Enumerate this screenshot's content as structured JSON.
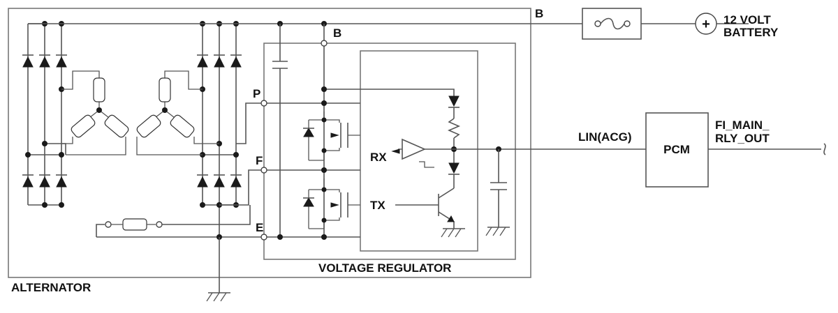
{
  "labels": {
    "alternator": "ALTERNATOR",
    "voltage_regulator": "VOLTAGE REGULATOR",
    "battery": [
      "12 VOLT",
      "BATTERY"
    ],
    "battery_symbol": "+",
    "terminal_b_outer": "B",
    "terminal_b_inner": "B",
    "terminal_p": "P",
    "terminal_f": "F",
    "terminal_e": "E",
    "rx": "RX",
    "tx": "TX",
    "lin": "LIN(ACG)",
    "pcm": "PCM",
    "fi_main": [
      "FI_MAIN_",
      "RLY_OUT"
    ]
  },
  "icons": {
    "fuse": "fuse-icon",
    "battery": "battery-plus-icon",
    "ground": "ground-icon",
    "diode": "diode-icon",
    "stator_coil": "stator-coil-icon",
    "field_coil": "field-coil-icon",
    "mosfet": "mosfet-icon",
    "transistor": "npn-transistor-icon",
    "comparator": "comparator-icon",
    "resistor": "resistor-icon",
    "capacitor": "capacitor-icon",
    "wire_break": "wire-break-icon"
  },
  "colors": {
    "wire": "#555555",
    "frame": "#777777",
    "text": "#111111",
    "fill": "#1a1a1a"
  }
}
